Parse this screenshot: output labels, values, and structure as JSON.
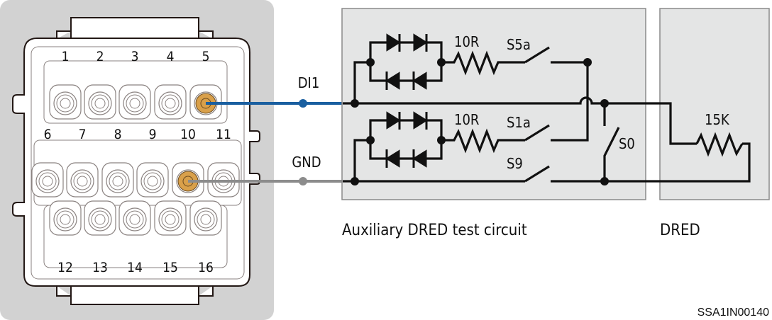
{
  "connector": {
    "pins_top_row": [
      "1",
      "2",
      "3",
      "4",
      "5"
    ],
    "pins_middle_row": [
      "6",
      "7",
      "8",
      "9",
      "10",
      "11"
    ],
    "pins_bottom_row": [
      "12",
      "13",
      "14",
      "15",
      "16"
    ],
    "highlighted_pins": [
      "5",
      "10"
    ],
    "highlight_color": "#d9a04a"
  },
  "wires": {
    "di1": {
      "label": "DI1",
      "color": "#1a5fa0",
      "pin": "5"
    },
    "gnd": {
      "label": "GND",
      "color": "#8c8c8c",
      "pin": "10"
    }
  },
  "aux_circuit": {
    "caption": "Auxiliary DRED test circuit",
    "resistor_top": "10R",
    "resistor_bottom": "10R",
    "switch_top": "S5a",
    "switch_middle": "S1a",
    "switch_bottom": "S9",
    "switch_vertical": "S0"
  },
  "dred": {
    "caption": "DRED",
    "resistor": "15K"
  },
  "figure_code": "SSA1IN00140"
}
